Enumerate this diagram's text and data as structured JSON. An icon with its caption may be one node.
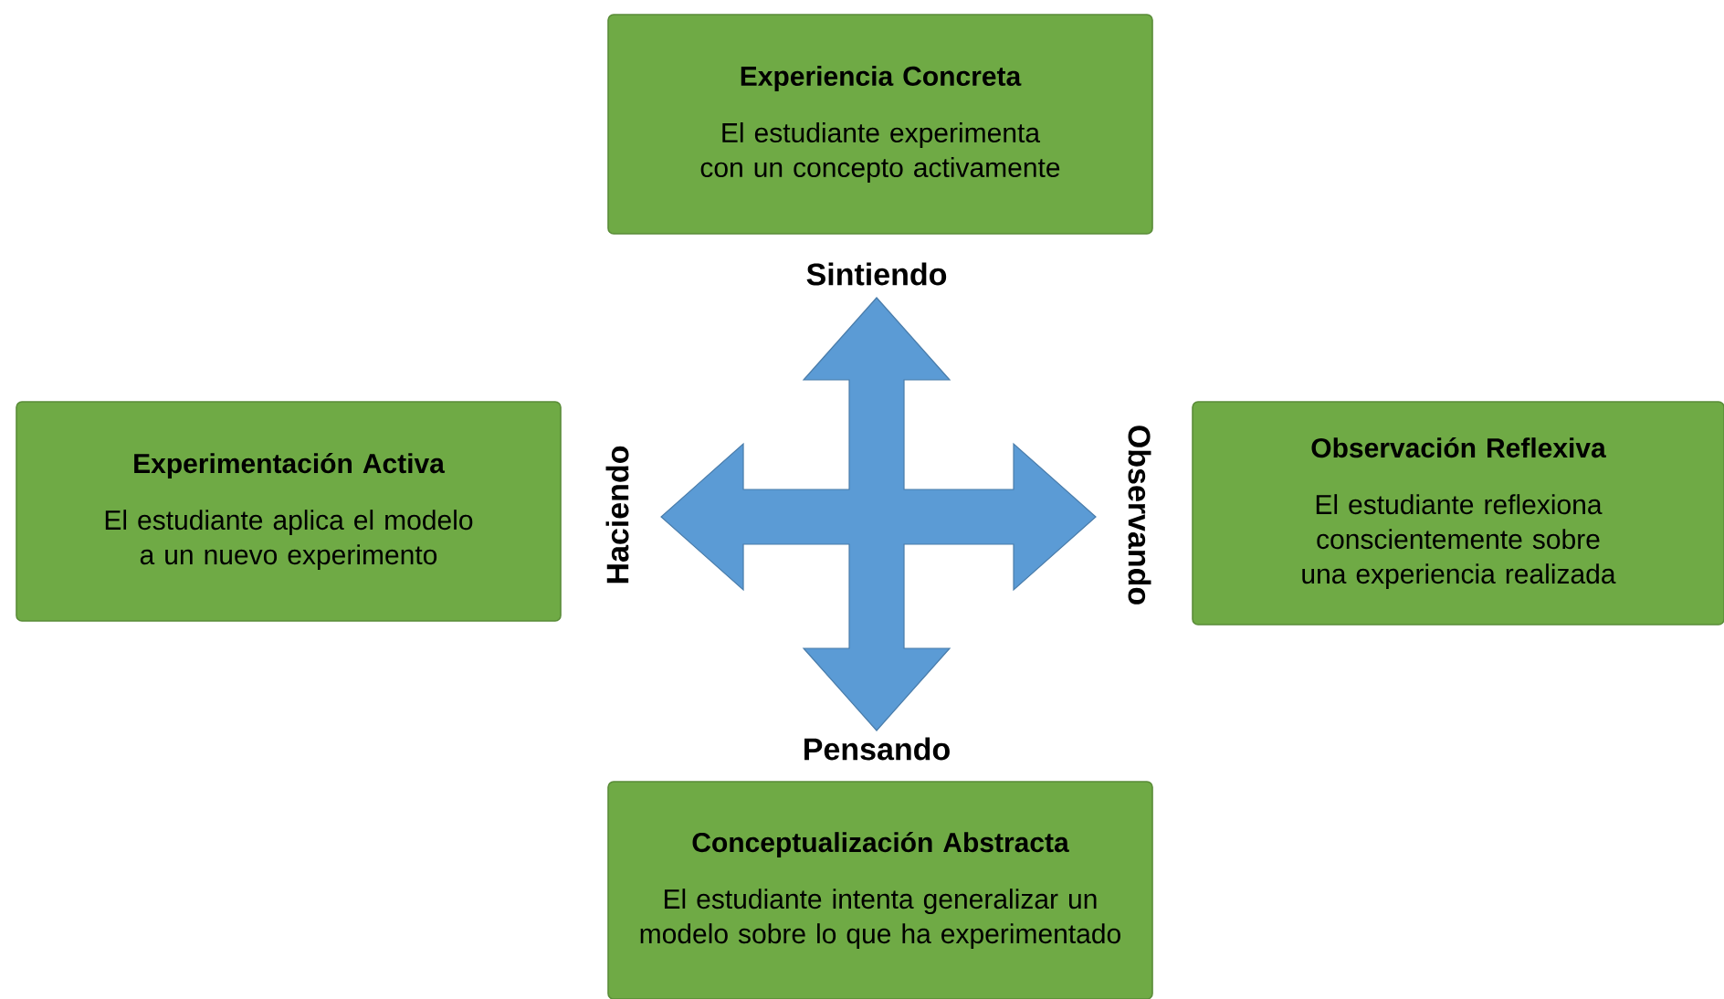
{
  "diagram": {
    "nodes": [
      {
        "text": [
          "Experiencia Concreta",
          "El estudiante experimenta con un concepto activamente"
        ]
      },
      {
        "text": [
          "Experimentación Activa",
          "El estudiante aplica el modelo a un nuevo experimento"
        ]
      },
      {
        "text": [
          "Observación Reflexiva",
          "El estudiante reflexiona conscientemente sobre una experiencia realizada"
        ]
      },
      {
        "text": [
          "Conceptualización Abstracta",
          "El estudiante intenta generalizar un modelo sobre lo que ha experimentado"
        ]
      }
    ],
    "labels": [
      "Sintiendo",
      "Haciendo",
      "Observando",
      "Pensando"
    ]
  }
}
